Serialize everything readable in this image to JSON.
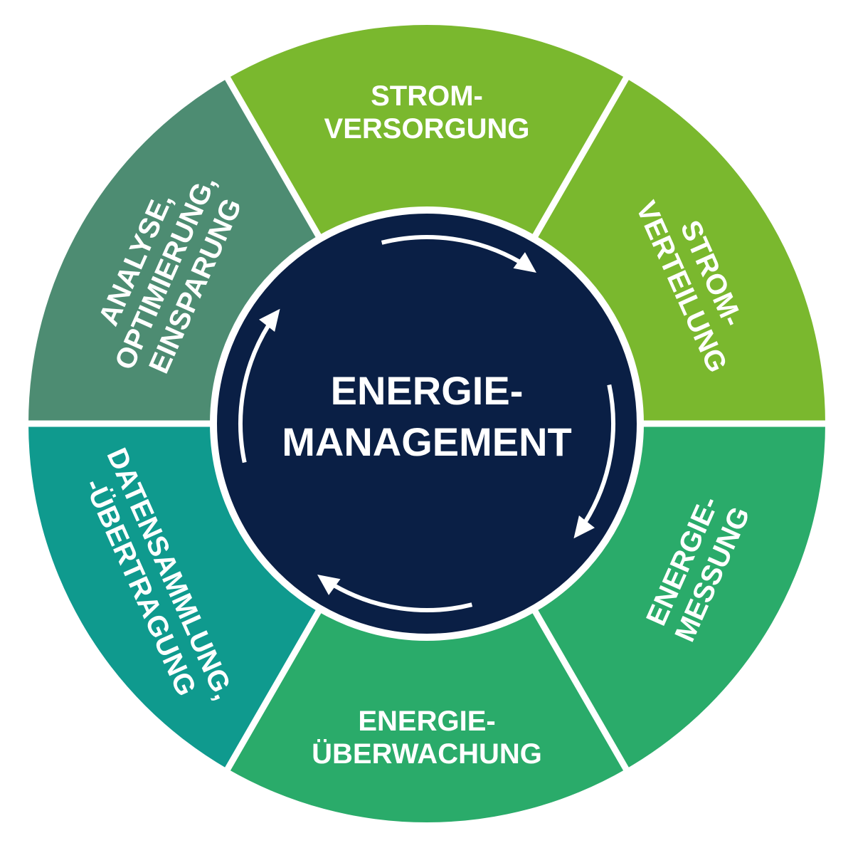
{
  "center": {
    "line1": "ENERGIE-",
    "line2": "MANAGEMENT",
    "color": "#0a1f45"
  },
  "segments": [
    {
      "id": "stromversorgung",
      "lines": [
        "STROM-",
        "VERSORGUNG"
      ],
      "color": "#7ab82e"
    },
    {
      "id": "stromverteilung",
      "lines": [
        "STROM-",
        "VERTEILUNG"
      ],
      "color": "#7ab82e"
    },
    {
      "id": "energiemessung",
      "lines": [
        "ENERGIE-",
        "MESSUNG"
      ],
      "color": "#2aab6a"
    },
    {
      "id": "energieueberwachung",
      "lines": [
        "ENERGIE-",
        "ÜBERWACHUNG"
      ],
      "color": "#2aab6a"
    },
    {
      "id": "datensammlung",
      "lines": [
        "DATENSAMMLUNG,",
        "-ÜBERTRAGUNG"
      ],
      "color": "#0f9a8e"
    },
    {
      "id": "analyse",
      "lines": [
        "ANALYSE,",
        "OPTIMIERUNG,",
        "EINSPARUNG"
      ],
      "color": "#4d8c72"
    }
  ],
  "colors": {
    "divider": "#ffffff",
    "arrow": "#ffffff"
  }
}
